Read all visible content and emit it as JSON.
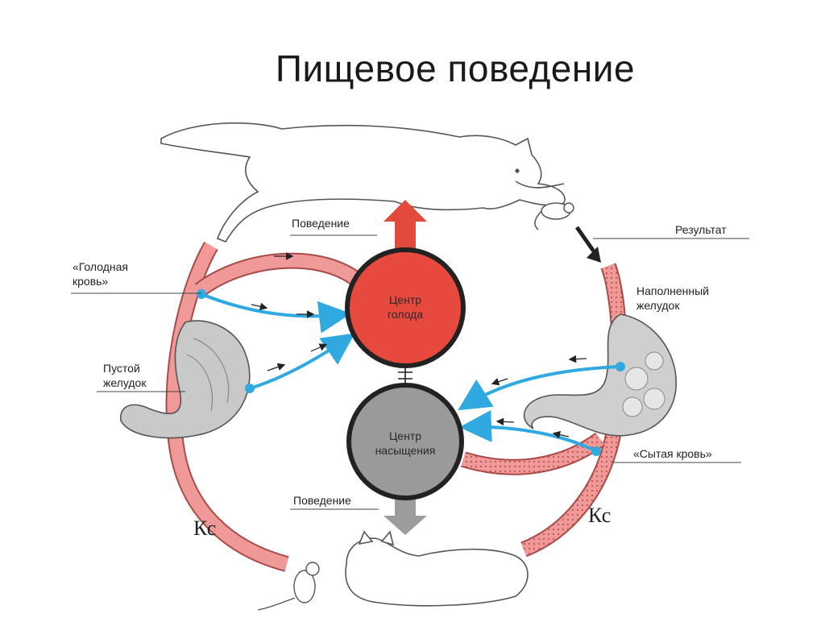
{
  "title": "Пищевое поведение",
  "labels": {
    "behavior_top": "Поведение",
    "result": "Результат",
    "hungry_blood_1": "«Голодная",
    "hungry_blood_2": "кровь»",
    "full_stomach_1": "Наполненный",
    "full_stomach_2": "желудок",
    "empty_stomach_1": "Пустой",
    "empty_stomach_2": "желудок",
    "fed_blood": "«Сытая кровь»",
    "behavior_bottom": "Поведение",
    "ks_left": "Кс",
    "ks_right": "Кс"
  },
  "centers": {
    "hunger_1": "Центр",
    "hunger_2": "голода",
    "satiety_1": "Центр",
    "satiety_2": "насыщения"
  },
  "colors": {
    "hunger_center": "#e8493f",
    "satiety_center": "#9a9a9a",
    "vessel": "#ef9a98",
    "nerve": "#2fa9e0",
    "arrow_up": "#e24a3c",
    "arrow_down": "#9c9c9c"
  }
}
